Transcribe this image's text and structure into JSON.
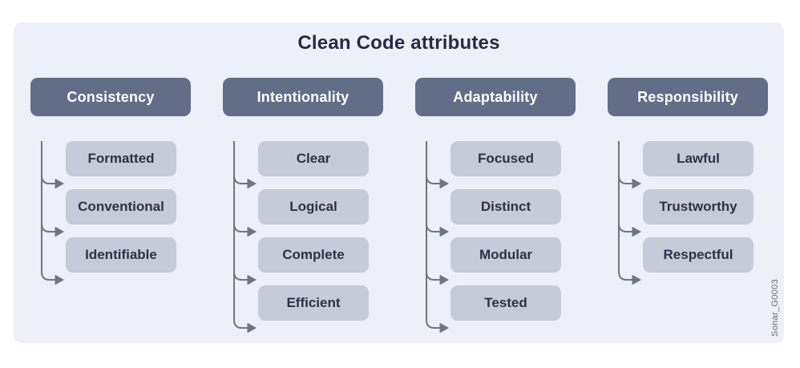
{
  "title": "Clean Code attributes",
  "watermark": "Sonar_G0003",
  "colors": {
    "panel_bg": "#edf0f8",
    "category_bg": "#626e88",
    "category_text": "#ffffff",
    "attribute_bg": "#c6cbd9",
    "attribute_text": "#2b3247",
    "title_text": "#252c41",
    "connector": "#6e7585",
    "watermark_text": "#636b7d"
  },
  "columns": [
    {
      "label": "Consistency",
      "children": [
        "Formatted",
        "Conventional",
        "Identifiable"
      ]
    },
    {
      "label": "Intentionality",
      "children": [
        "Clear",
        "Logical",
        "Complete",
        "Efficient"
      ]
    },
    {
      "label": "Adaptability",
      "children": [
        "Focused",
        "Distinct",
        "Modular",
        "Tested"
      ]
    },
    {
      "label": "Responsibility",
      "children": [
        "Lawful",
        "Trustworthy",
        "Respectful"
      ]
    }
  ]
}
